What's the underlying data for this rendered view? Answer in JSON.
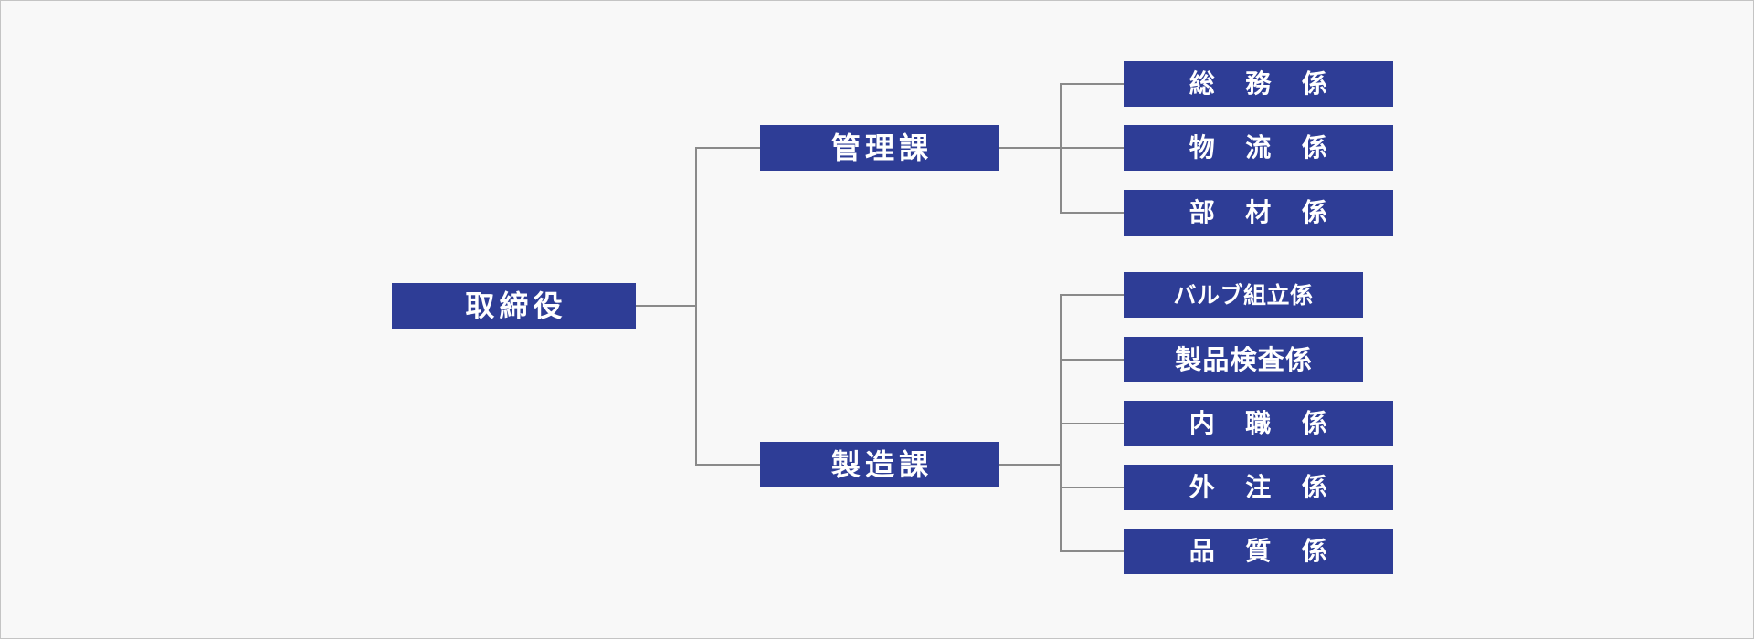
{
  "canvas": {
    "background_color": "#f8f8f8",
    "border_color": "#c4c4c4",
    "node_color": "#2e3d96",
    "node_text_color": "#ffffff",
    "line_color": "#8a8a8a"
  },
  "org_chart": {
    "root": {
      "label": "取締役"
    },
    "departments": [
      {
        "label": "管理課"
      },
      {
        "label": "製造課"
      }
    ],
    "admin_sections": [
      {
        "label": "総務係"
      },
      {
        "label": "物流係"
      },
      {
        "label": "部材係"
      }
    ],
    "manufacturing_sections": [
      {
        "label": "バルブ組立係"
      },
      {
        "label": "製品検査係"
      },
      {
        "label": "内職係"
      },
      {
        "label": "外注係"
      },
      {
        "label": "品質係"
      }
    ]
  }
}
